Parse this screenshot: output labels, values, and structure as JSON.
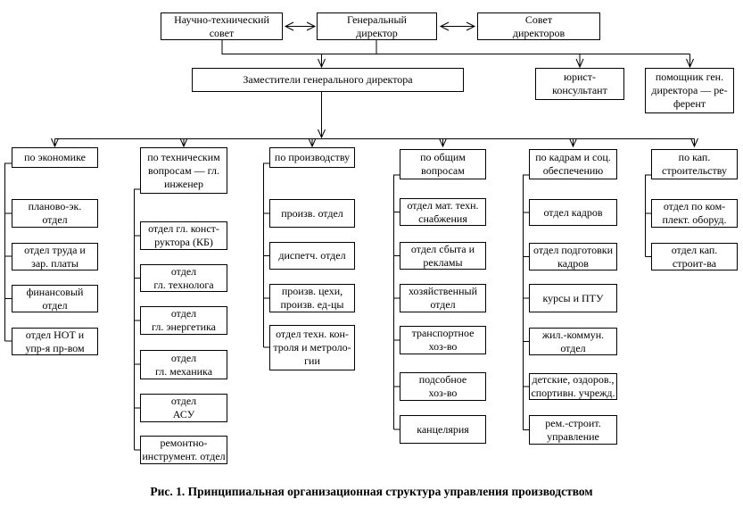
{
  "nodes": {
    "sci_tech_council": "Научно-технический\nсовет",
    "general_director": "Генеральный\nдиректор",
    "board_of_directors": "Совет\nдиректоров",
    "deputies": "Заместители генерального директора",
    "legal_counsel": "юрист-\nконсультант",
    "assistant_referent": "помощник ген.\nдиректора — ре-\nферент"
  },
  "columns": [
    {
      "header": "по экономике",
      "children": [
        "планово-эк.\nотдел",
        "отдел труда и\nзар. платы",
        "финансовый\nотдел",
        "отдел НОТ и\nупр-я пр-вом"
      ]
    },
    {
      "header": "по техническим\nвопросам — гл.\nинженер",
      "children": [
        "отдел гл. конст-\nруктора (КБ)",
        "отдел\nгл. технолога",
        "отдел\nгл. энергетика",
        "отдел\nгл. механика",
        "отдел\nАСУ",
        "ремонтно-\nинструмент. отдел"
      ]
    },
    {
      "header": "по производству",
      "children": [
        "произв. отдел",
        "диспетч. отдел",
        "произв. цехи,\nпроизв. ед-цы",
        "отдел техн. кон-\nтроля и метроло-\nгии"
      ]
    },
    {
      "header": "по общим\nвопросам",
      "children": [
        "отдел мат. техн.\nснабжения",
        "отдел сбыта и\nрекламы",
        "хозяйственный\nотдел",
        "транспортное\nхоз-во",
        "подсобное\nхоз-во",
        "канцелярия"
      ]
    },
    {
      "header": "по кадрам и соц.\nобеспечению",
      "children": [
        "отдел кадров",
        "отдел подготовки\nкадров",
        "курсы и ПТУ",
        "жил.-коммун.\nотдел",
        "детские, оздоров.,\nспортивн. учрежд.",
        "рем.-строит.\nуправление"
      ]
    },
    {
      "header": "по кап.\nстроительству",
      "children": [
        "отдел по ком-\nплект. оборуд.",
        "отдел кап.\nстроит-ва"
      ]
    }
  ],
  "caption": "Рис. 1. Принципиальная организационная структура управления производством",
  "colors": {
    "line": "#000000",
    "background": "#ffffff"
  }
}
